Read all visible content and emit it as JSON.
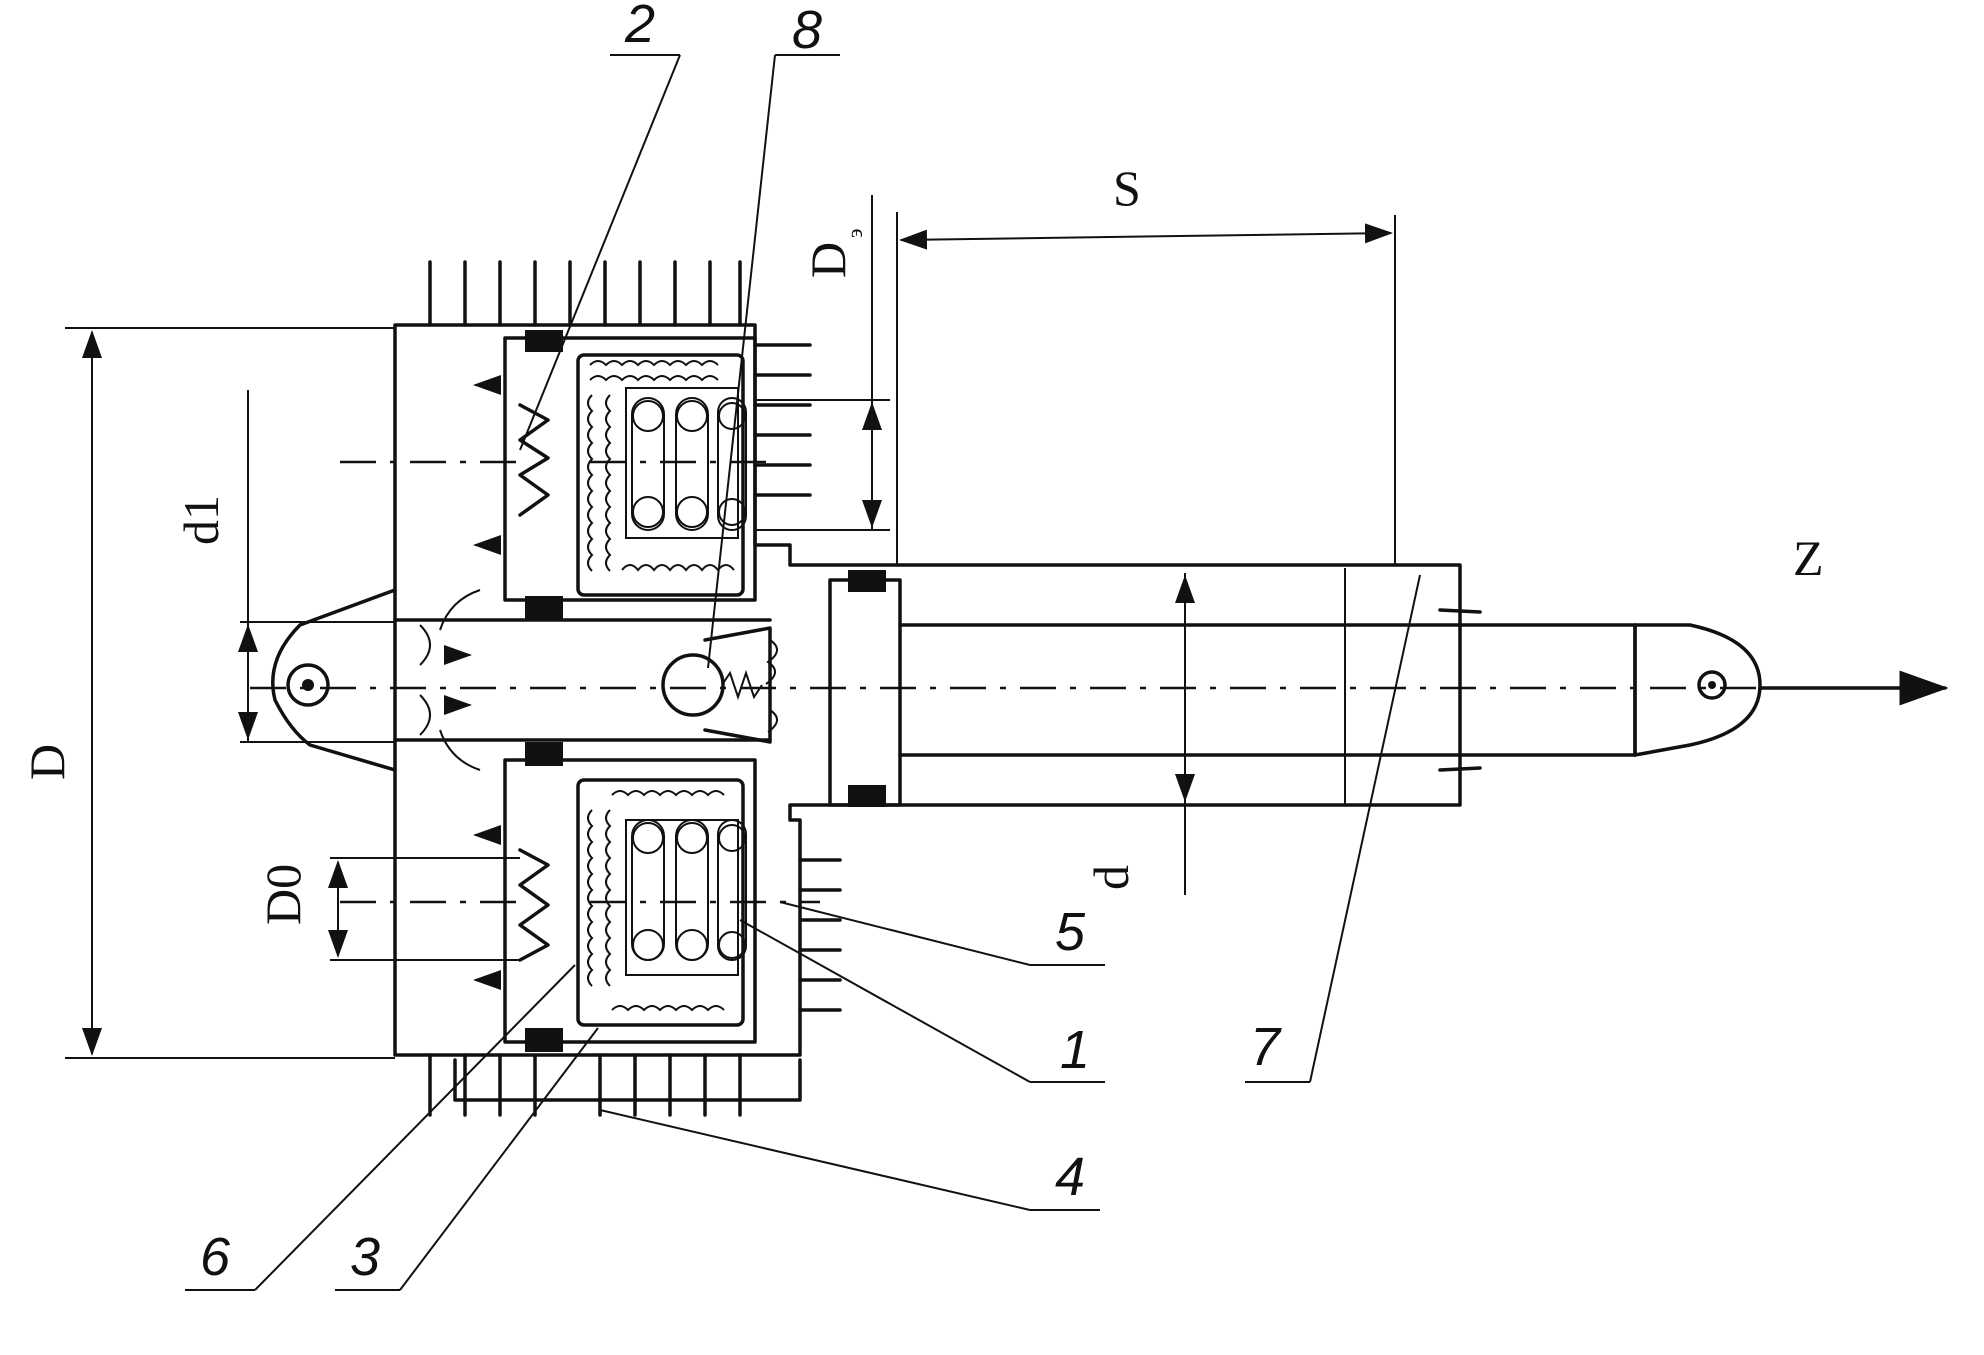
{
  "labels": {
    "D": "D",
    "d1": "d1",
    "D0": "D0",
    "D3_main": "D",
    "D3_sub": "э",
    "S": "S",
    "d": "d",
    "Z": "Z"
  },
  "callouts": {
    "n1": "1",
    "n2": "2",
    "n3": "3",
    "n4": "4",
    "n5": "5",
    "n6": "6",
    "n7": "7",
    "n8": "8"
  }
}
